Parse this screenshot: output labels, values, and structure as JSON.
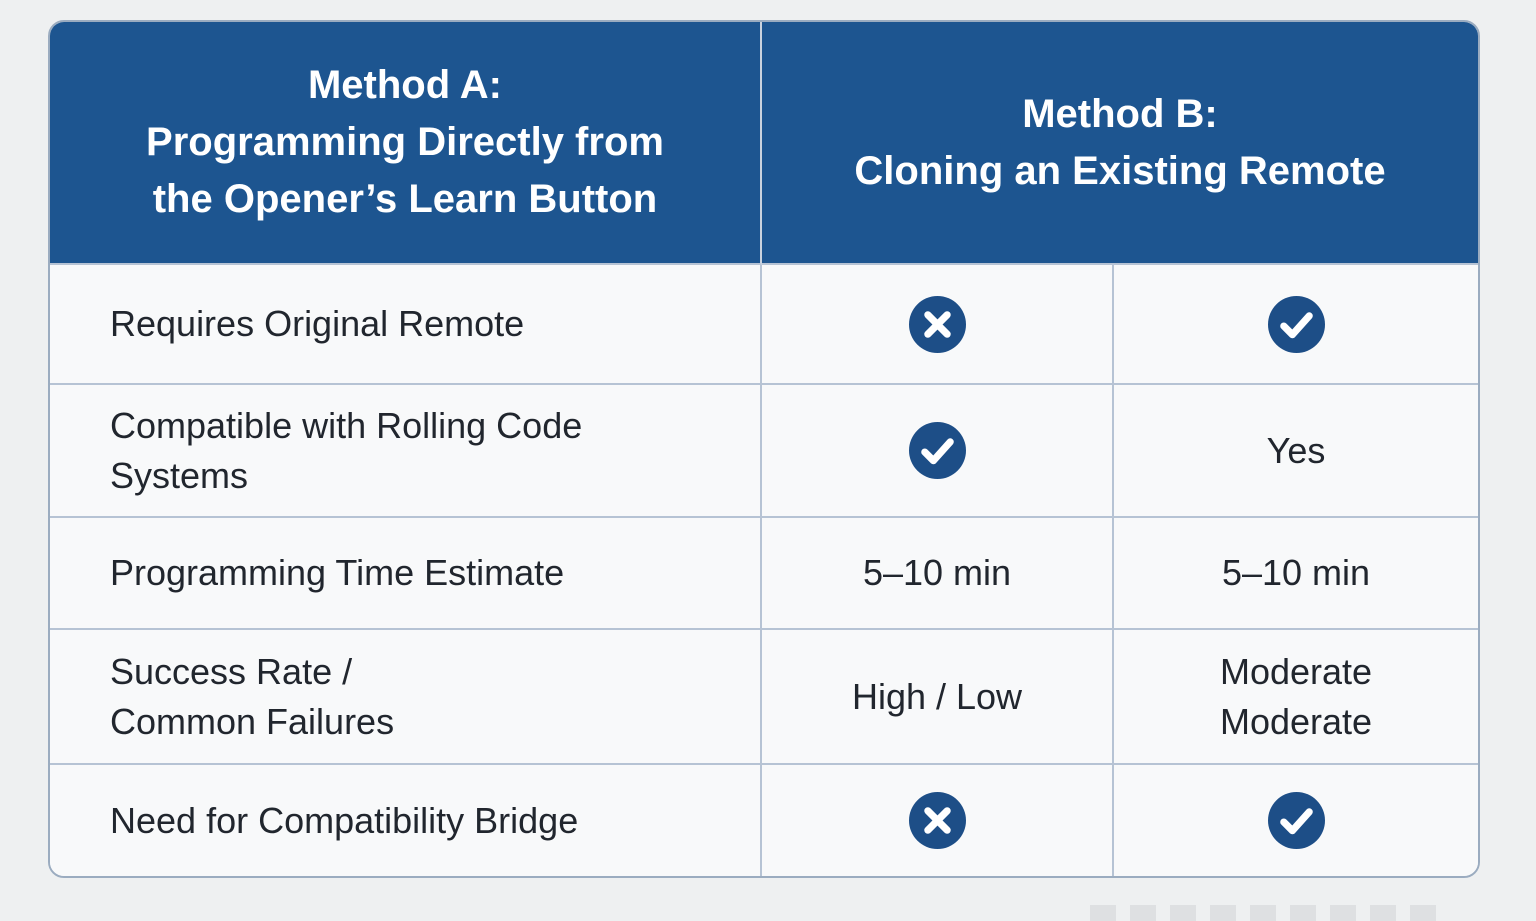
{
  "colors": {
    "page_bg": "#eef0f1",
    "header_bg": "#1d5590",
    "header_text": "#ffffff",
    "icon_blue": "#1d4e87",
    "cell_bg": "#f8f9fa",
    "grid_border": "#b6c3d4",
    "outer_border": "#9bacc0",
    "body_text": "#21262e"
  },
  "chart_data": {
    "type": "table",
    "title": "",
    "legend": "none",
    "grid": "on",
    "header": [
      {
        "label": "Method A:\nProgramming Directly from\nthe Opener’s Learn Button",
        "colspan": 1
      },
      {
        "label": "Method B:\nCloning an Existing Remote",
        "colspan": 2
      }
    ],
    "rows": [
      {
        "label": "Requires Original Remote",
        "a": {
          "icon": "cross-icon"
        },
        "b": {
          "icon": "check-icon"
        }
      },
      {
        "label": "Compatible with Rolling Code Systems",
        "a": {
          "icon": "check-icon"
        },
        "b": {
          "text": "Yes"
        }
      },
      {
        "label": "Programming Time Estimate",
        "a": {
          "text": "5–10 min"
        },
        "b": {
          "text": "5–10 min"
        }
      },
      {
        "label": "Success Rate /\nCommon Failures",
        "a": {
          "text": "High / Low"
        },
        "b": {
          "text": "Moderate\nModerate"
        }
      },
      {
        "label": "Need for Compatibility Bridge",
        "a": {
          "icon": "cross-icon"
        },
        "b": {
          "icon": "check-icon"
        }
      }
    ]
  }
}
